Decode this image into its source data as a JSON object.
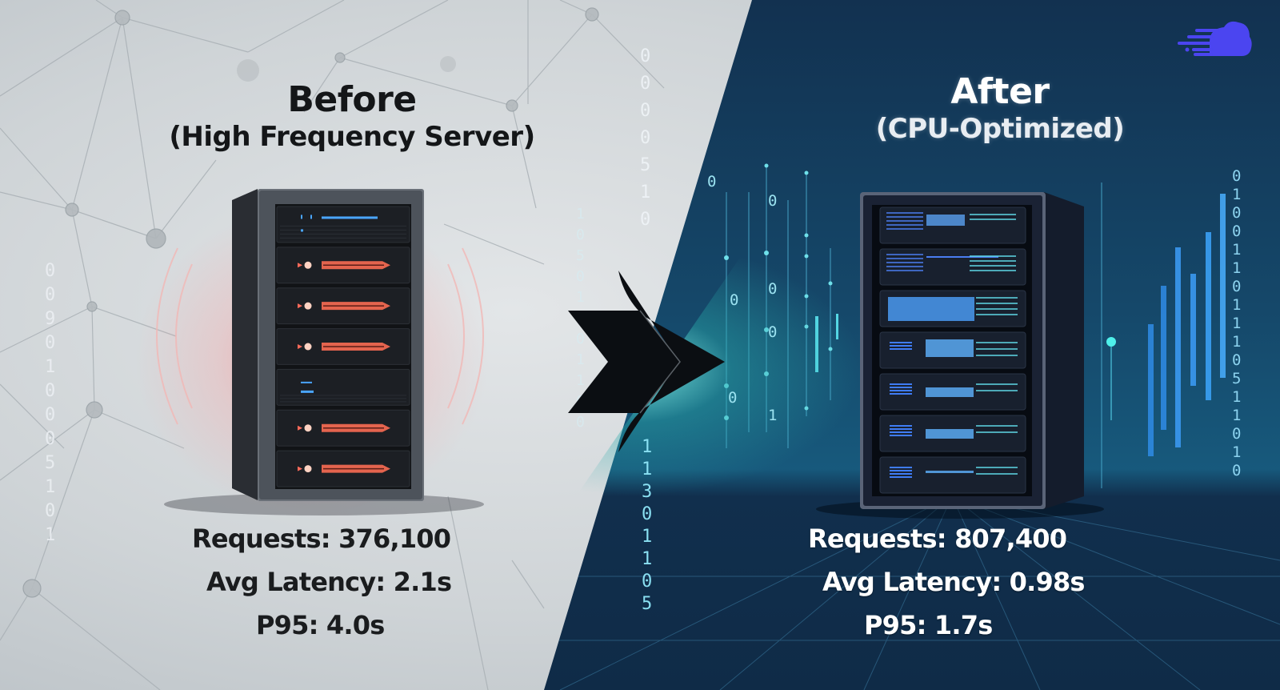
{
  "before": {
    "title": "Before",
    "subtitle": "(High Frequency Server)",
    "theme": "light-gray",
    "accent_color": "#e4644e",
    "metrics": {
      "requests_label": "Requests: 376,100",
      "avg_latency_label": "Avg Latency: 2.1s",
      "p95_label": "P95: 4.0s"
    },
    "values": {
      "requests": 376100,
      "avg_latency_s": 2.1,
      "p95_s": 4.0
    },
    "server_slots": [
      "status",
      "red",
      "red",
      "red",
      "status",
      "red",
      "red"
    ]
  },
  "after": {
    "title": "After",
    "subtitle": "(CPU-Optimized)",
    "theme": "dark-blue",
    "accent_color": "#3aa0ff",
    "metrics": {
      "requests_label": "Requests: 807,400",
      "avg_latency_label": "Avg Latency: 0.98s",
      "p95_label": "P95: 1.7s"
    },
    "values": {
      "requests": 807400,
      "avg_latency_s": 0.98,
      "p95_s": 1.7
    },
    "server_slots": 7
  },
  "transition_icon": "double-chevron-right-icon",
  "brand_logo": "cloud-speed-icon",
  "colors": {
    "left_bg": "#cfd4d7",
    "right_bg": "#15466a",
    "logo": "#4b45f0",
    "cyan_glow": "#5fe6e0",
    "binary_left": "#e8edf0",
    "binary_right": "#7fd3ee"
  },
  "decor": {
    "binary_left_column": [
      "0",
      "0",
      "9",
      "0",
      "1",
      "0",
      "0",
      "0",
      "5",
      "1",
      "0",
      "1"
    ],
    "binary_mid_top": [
      "0",
      "0",
      "0",
      "0",
      "5",
      "1",
      "0"
    ],
    "binary_mid_bottom": [
      "1",
      "1",
      "3",
      "0",
      "1",
      "1",
      "0",
      "5"
    ],
    "binary_mid_left": [
      "1",
      "0",
      "5",
      "0",
      "1",
      "1",
      "0",
      "1",
      "1",
      "0",
      "0"
    ],
    "binary_right_column": [
      "0",
      "1",
      "0",
      "0",
      "1",
      "1",
      "0",
      "1",
      "1",
      "1",
      "0",
      "5",
      "1",
      "1",
      "0",
      "1",
      "0"
    ],
    "binary_scatter": [
      "0",
      "0",
      "0",
      "0",
      "0",
      "0",
      "1"
    ]
  }
}
